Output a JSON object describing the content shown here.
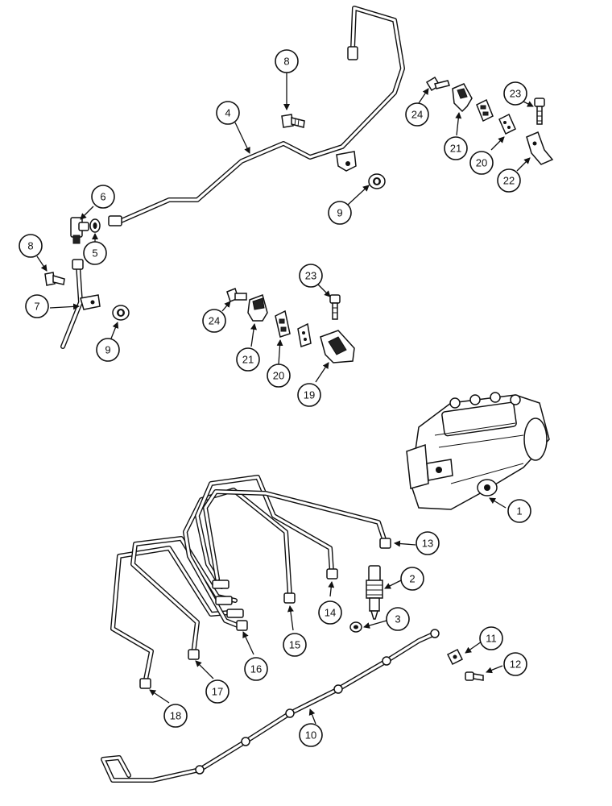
{
  "callouts": [
    {
      "label": "1"
    },
    {
      "label": "2"
    },
    {
      "label": "3"
    },
    {
      "label": "4"
    },
    {
      "label": "5"
    },
    {
      "label": "6"
    },
    {
      "label": "7"
    },
    {
      "label": "8"
    },
    {
      "label": "8"
    },
    {
      "label": "9"
    },
    {
      "label": "9"
    },
    {
      "label": "10"
    },
    {
      "label": "11"
    },
    {
      "label": "12"
    },
    {
      "label": "13"
    },
    {
      "label": "14"
    },
    {
      "label": "15"
    },
    {
      "label": "16"
    },
    {
      "label": "17"
    },
    {
      "label": "18"
    },
    {
      "label": "19"
    },
    {
      "label": "20"
    },
    {
      "label": "20"
    },
    {
      "label": "21"
    },
    {
      "label": "21"
    },
    {
      "label": "22"
    },
    {
      "label": "23"
    },
    {
      "label": "23"
    },
    {
      "label": "24"
    },
    {
      "label": "24"
    }
  ]
}
